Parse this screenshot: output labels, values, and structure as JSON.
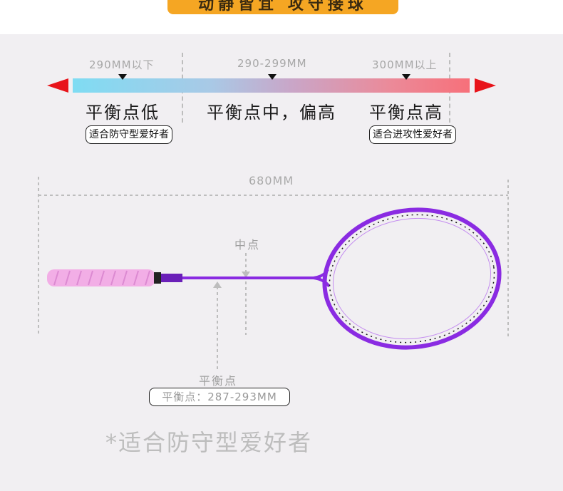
{
  "header": {
    "title": "动静皆宜 攻守接球"
  },
  "balance_scale": {
    "ranges": [
      "290MM以下",
      "290-299MM",
      "300MM以上"
    ],
    "balance_labels": [
      "平衡点低",
      "平衡点中，偏高",
      "平衡点高"
    ],
    "player_tags": [
      "适合防守型爱好者",
      "适合进攻性爱好者"
    ],
    "colors": {
      "low": "#7fdcf3",
      "high": "#f7707a",
      "arrows": "#e8141b"
    }
  },
  "racket_diagram": {
    "length_label": "680MM",
    "midpoint_label": "中点",
    "balance_point_label": "平衡点",
    "balance_point_value": "平衡点：287-293MM",
    "colors": {
      "frame": "#8a2be2",
      "grip": "#f0a8e6"
    }
  },
  "footnote": "*适合防守型爱好者"
}
